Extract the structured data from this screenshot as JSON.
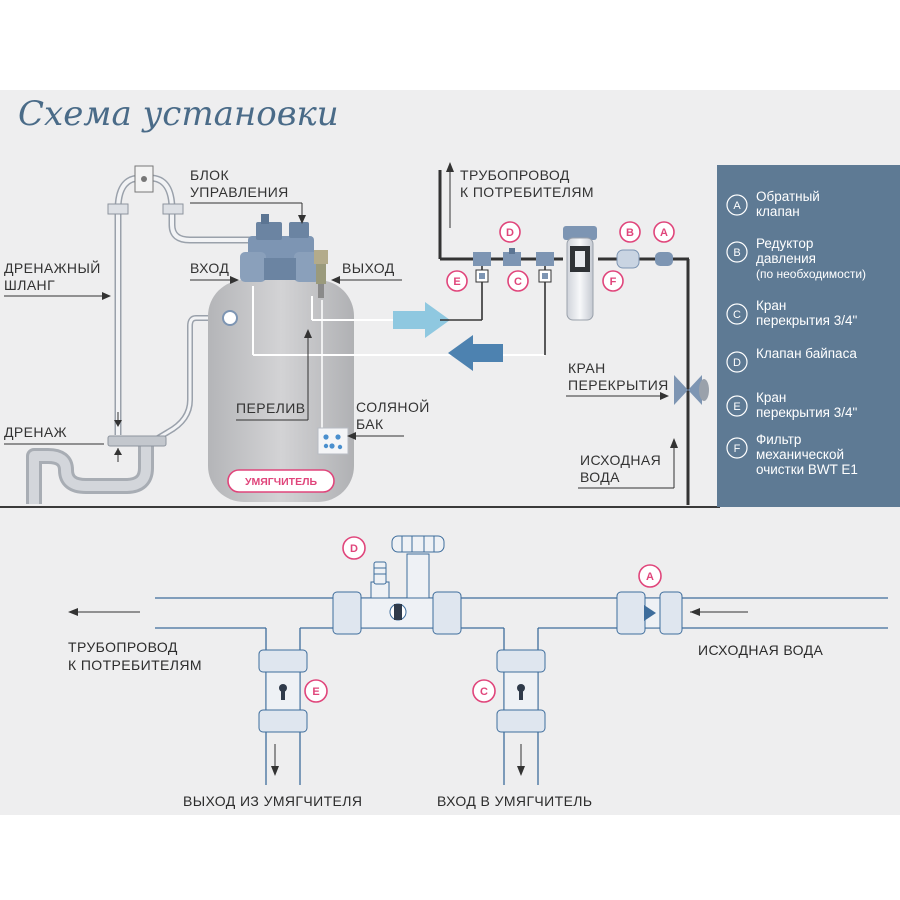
{
  "title": "Схема установки",
  "colors": {
    "background": "#eeeeef",
    "pipe": "#c9cdd5",
    "pipe_outline": "#9aa1ab",
    "legend_bg": "#5e7a94",
    "badge": "#e0457b",
    "arrow_light": "#8fc8e0",
    "arrow_dark": "#4d82b0",
    "tank": "#c4c4c6",
    "valve": "#7d95b3"
  },
  "labels": {
    "blok": [
      "БЛОК",
      "УПРАВЛЕНИЯ"
    ],
    "drain_hose": [
      "ДРЕНАЖНЫЙ",
      "ШЛАНГ"
    ],
    "vhod": "ВХОД",
    "vyhod": "ВЫХОД",
    "drain": "ДРЕНАЖ",
    "overflow": "ПЕРЕЛИВ",
    "brine": [
      "СОЛЯНОЙ",
      "БАК"
    ],
    "softener": "УМЯГЧИТЕЛЬ",
    "pipeline": [
      "ТРУБОПРОВОД",
      "К ПОТРЕБИТЕЛЯМ"
    ],
    "shutoff": [
      "КРАН",
      "ПЕРЕКРЫТИЯ"
    ],
    "source": [
      "ИСХОДНАЯ",
      "ВОДА"
    ]
  },
  "legend": [
    {
      "letter": "A",
      "lines": [
        "Обратный",
        "клапан"
      ]
    },
    {
      "letter": "B",
      "lines": [
        "Редуктор",
        "давления",
        "(по необходимости)"
      ]
    },
    {
      "letter": "C",
      "lines": [
        "Кран",
        "перекрытия 3/4\""
      ]
    },
    {
      "letter": "D",
      "lines": [
        "Клапан байпаса"
      ]
    },
    {
      "letter": "E",
      "lines": [
        "Кран",
        "перекрытия 3/4\""
      ]
    },
    {
      "letter": "F",
      "lines": [
        "Фильтр",
        "механической",
        "очистки BWT E1"
      ]
    }
  ],
  "badges": {
    "A": "A",
    "B": "B",
    "C": "C",
    "D": "D",
    "E": "E",
    "F": "F"
  },
  "bypass": {
    "pipeline": [
      "ТРУБОПРОВОД",
      "К ПОТРЕБИТЕЛЯМ"
    ],
    "source": "ИСХОДНАЯ ВОДА",
    "out_softener": "ВЫХОД ИЗ УМЯГЧИТЕЛЯ",
    "in_softener": "ВХОД В УМЯГЧИТЕЛЬ"
  }
}
